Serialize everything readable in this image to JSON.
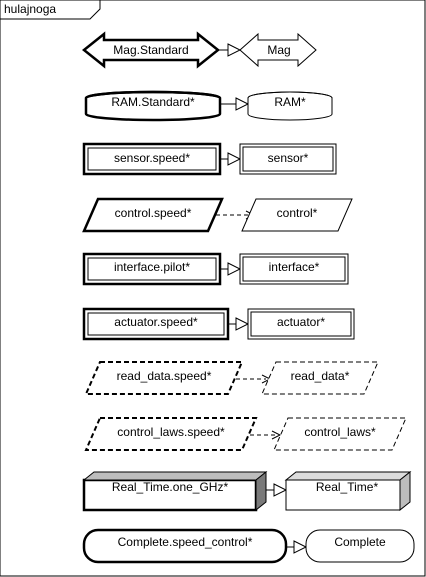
{
  "frame": {
    "title": "hulajnoga"
  },
  "rows": [
    {
      "kind": "hexagon",
      "left": "Mag.Standard",
      "right": "Mag",
      "connector": "solid",
      "border": "thick"
    },
    {
      "kind": "cylinder",
      "left": "RAM.Standard*",
      "right": "RAM*",
      "connector": "solid",
      "border": "thick"
    },
    {
      "kind": "double-box",
      "left": "sensor.speed*",
      "right": "sensor*",
      "connector": "solid",
      "border": "double"
    },
    {
      "kind": "parallelogram",
      "left": "control.speed*",
      "right": "control*",
      "connector": "dashed",
      "border": "thick"
    },
    {
      "kind": "double-box",
      "left": "interface.pilot*",
      "right": "interface*",
      "connector": "solid",
      "border": "double"
    },
    {
      "kind": "double-box",
      "left": "actuator.speed*",
      "right": "actuator*",
      "connector": "solid",
      "border": "double"
    },
    {
      "kind": "dashed-parallelogram",
      "left": "read_data.speed*",
      "right": "read_data*",
      "connector": "dashed",
      "border": "dashed"
    },
    {
      "kind": "dashed-parallelogram",
      "left": "control_laws.speed*",
      "right": "control_laws*",
      "connector": "dashed",
      "border": "dashed"
    },
    {
      "kind": "3d-box",
      "left": "Real_Time.one_GHz*",
      "right": "Real_Time*",
      "connector": "solid",
      "border": "thick"
    },
    {
      "kind": "rounded-box",
      "left": "Complete.speed_control*",
      "right": "Complete",
      "connector": "solid",
      "border": "thick"
    }
  ]
}
